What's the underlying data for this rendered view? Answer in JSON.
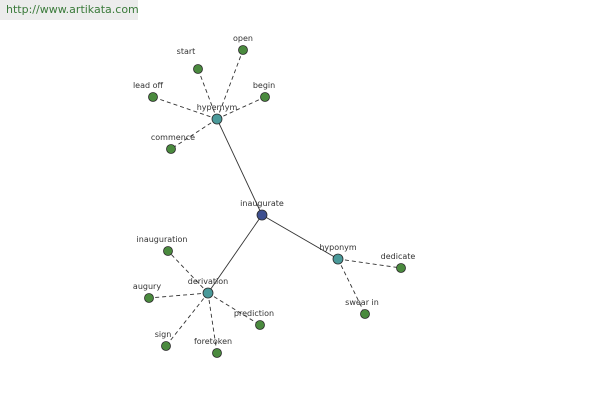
{
  "watermark": "http://www.artikata.com",
  "colors": {
    "center_node": "#3d4f8f",
    "relation_node": "#4a9a9a",
    "leaf_node": "#4a8a3e",
    "node_stroke": "#2a2a2a",
    "edge": "#333333"
  },
  "graph": {
    "center": {
      "id": "inaugurate",
      "label": "inaugurate"
    },
    "relations": [
      {
        "id": "hypernym",
        "label": "hypernym",
        "leaves": [
          {
            "id": "start",
            "label": "start"
          },
          {
            "id": "open",
            "label": "open"
          },
          {
            "id": "lead-off",
            "label": "lead off"
          },
          {
            "id": "begin",
            "label": "begin"
          },
          {
            "id": "commence",
            "label": "commence"
          }
        ]
      },
      {
        "id": "hyponym",
        "label": "hyponym",
        "leaves": [
          {
            "id": "dedicate",
            "label": "dedicate"
          },
          {
            "id": "swear-in",
            "label": "swear in"
          }
        ]
      },
      {
        "id": "derivation",
        "label": "derivation",
        "leaves": [
          {
            "id": "inauguration",
            "label": "inauguration"
          },
          {
            "id": "augury",
            "label": "augury"
          },
          {
            "id": "prediction",
            "label": "prediction"
          },
          {
            "id": "sign",
            "label": "sign"
          },
          {
            "id": "foretoken",
            "label": "foretoken"
          }
        ]
      }
    ]
  }
}
